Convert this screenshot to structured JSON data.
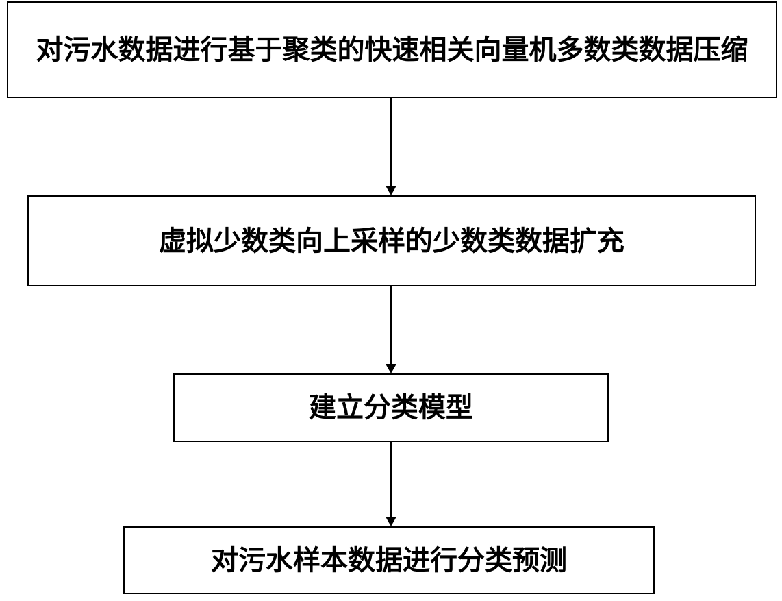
{
  "steps": [
    {
      "id": "step1",
      "text": "对污水数据进行基于聚类的快速相关向量机多数类数据压缩"
    },
    {
      "id": "step2",
      "text": "虚拟少数类向上采样的少数类数据扩充"
    },
    {
      "id": "step3",
      "text": "建立分类模型"
    },
    {
      "id": "step4",
      "text": "对污水样本数据进行分类预测"
    }
  ],
  "colors": {
    "stroke": "#000000",
    "background": "#ffffff"
  }
}
